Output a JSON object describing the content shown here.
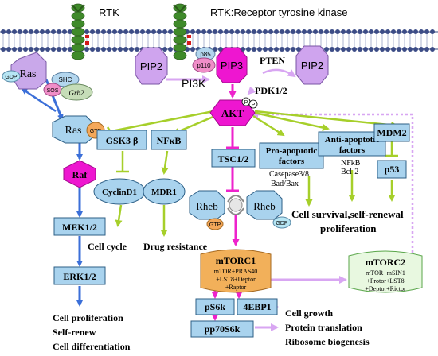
{
  "receptors": {
    "rtk_left": "RTK",
    "rtk_right": "RTK:Receptor tyrosine kinase"
  },
  "membrane_nodes": {
    "pip2_left": "PIP2",
    "pip3": "PIP3",
    "pip2_right": "PIP2",
    "pten": "PTEN",
    "pi3k": "PI3K",
    "p85": "p85",
    "p110": "p110",
    "pdk": "PDK1/2"
  },
  "ras_complex": {
    "ras_top": "Ras",
    "gdp": "GDP",
    "shc": "SHC",
    "sos": "SOS",
    "grb2": "Grb2",
    "ras_bottom": "Ras",
    "gtp": "GTP"
  },
  "mapk": {
    "raf": "Raf",
    "mek": "MEK1/2",
    "erk": "ERK1/2",
    "outcomes": [
      "Cell proliferation",
      "Self-renew",
      "Cell differentiation"
    ]
  },
  "akt": {
    "label": "AKT",
    "p1": "P",
    "p2": "P"
  },
  "gsk_branch": {
    "gsk3": "GSK3 β",
    "cyclin": "CyclinD1",
    "cell_cycle": "Cell cycle"
  },
  "nfkb_branch": {
    "nfkb": "NFκB",
    "mdr1": "MDR1",
    "drug_resistance": "Drug resistance"
  },
  "tsc_branch": {
    "tsc": "TSC1/2",
    "rheb_left": "Rheb",
    "rheb_right": "Rheb",
    "gtp": "GTP",
    "gdp": "GDP"
  },
  "apoptosis": {
    "pro_line1": "Pro-apoptotic",
    "pro_line2": "factors",
    "pro_detail1": "Casepase3/8",
    "pro_detail2": "Bad/Bax",
    "anti_line1": "Anti-apoptotic",
    "anti_line2": "factors",
    "anti_detail1": "NFkB",
    "anti_detail2": "Bcl-2",
    "survival1": "Cell survival,self-renewal",
    "survival2": "proliferation"
  },
  "p53_branch": {
    "mdm2": "MDM2",
    "p53": "p53"
  },
  "mtorc1": {
    "title": "mTORC1",
    "line1": "mTOR+PRAS40",
    "line2": "+LST8+Deptor",
    "line3": "+Raptor"
  },
  "mtorc2": {
    "title": "mTORC2",
    "line1": "mTOR+mSIN1",
    "line2": "+Protor+LST8",
    "line3": "+Deptor+Rictor"
  },
  "downstream": {
    "ps6k": "pS6k",
    "ebp1": "4EBP1",
    "pp70": "pp70S6k",
    "outcomes": [
      "Cell growth",
      "Protein translation",
      "Ribosome biogenesis"
    ]
  },
  "colors": {
    "box_fill": "#a9d3ee",
    "box_stroke": "#2d5f86",
    "magenta": "#ee16d0",
    "violet": "#cfa4ee",
    "green_arrow": "#a6cf2a",
    "blue_arrow": "#3b6fd8",
    "pink_arrow": "#ee22cc",
    "lavender_arrow": "#d8a6f2",
    "ras_fill": "#c9a8ea",
    "mtorc1_fill": "#f2b05a",
    "mtorc2_fill": "#e8f8e0"
  }
}
